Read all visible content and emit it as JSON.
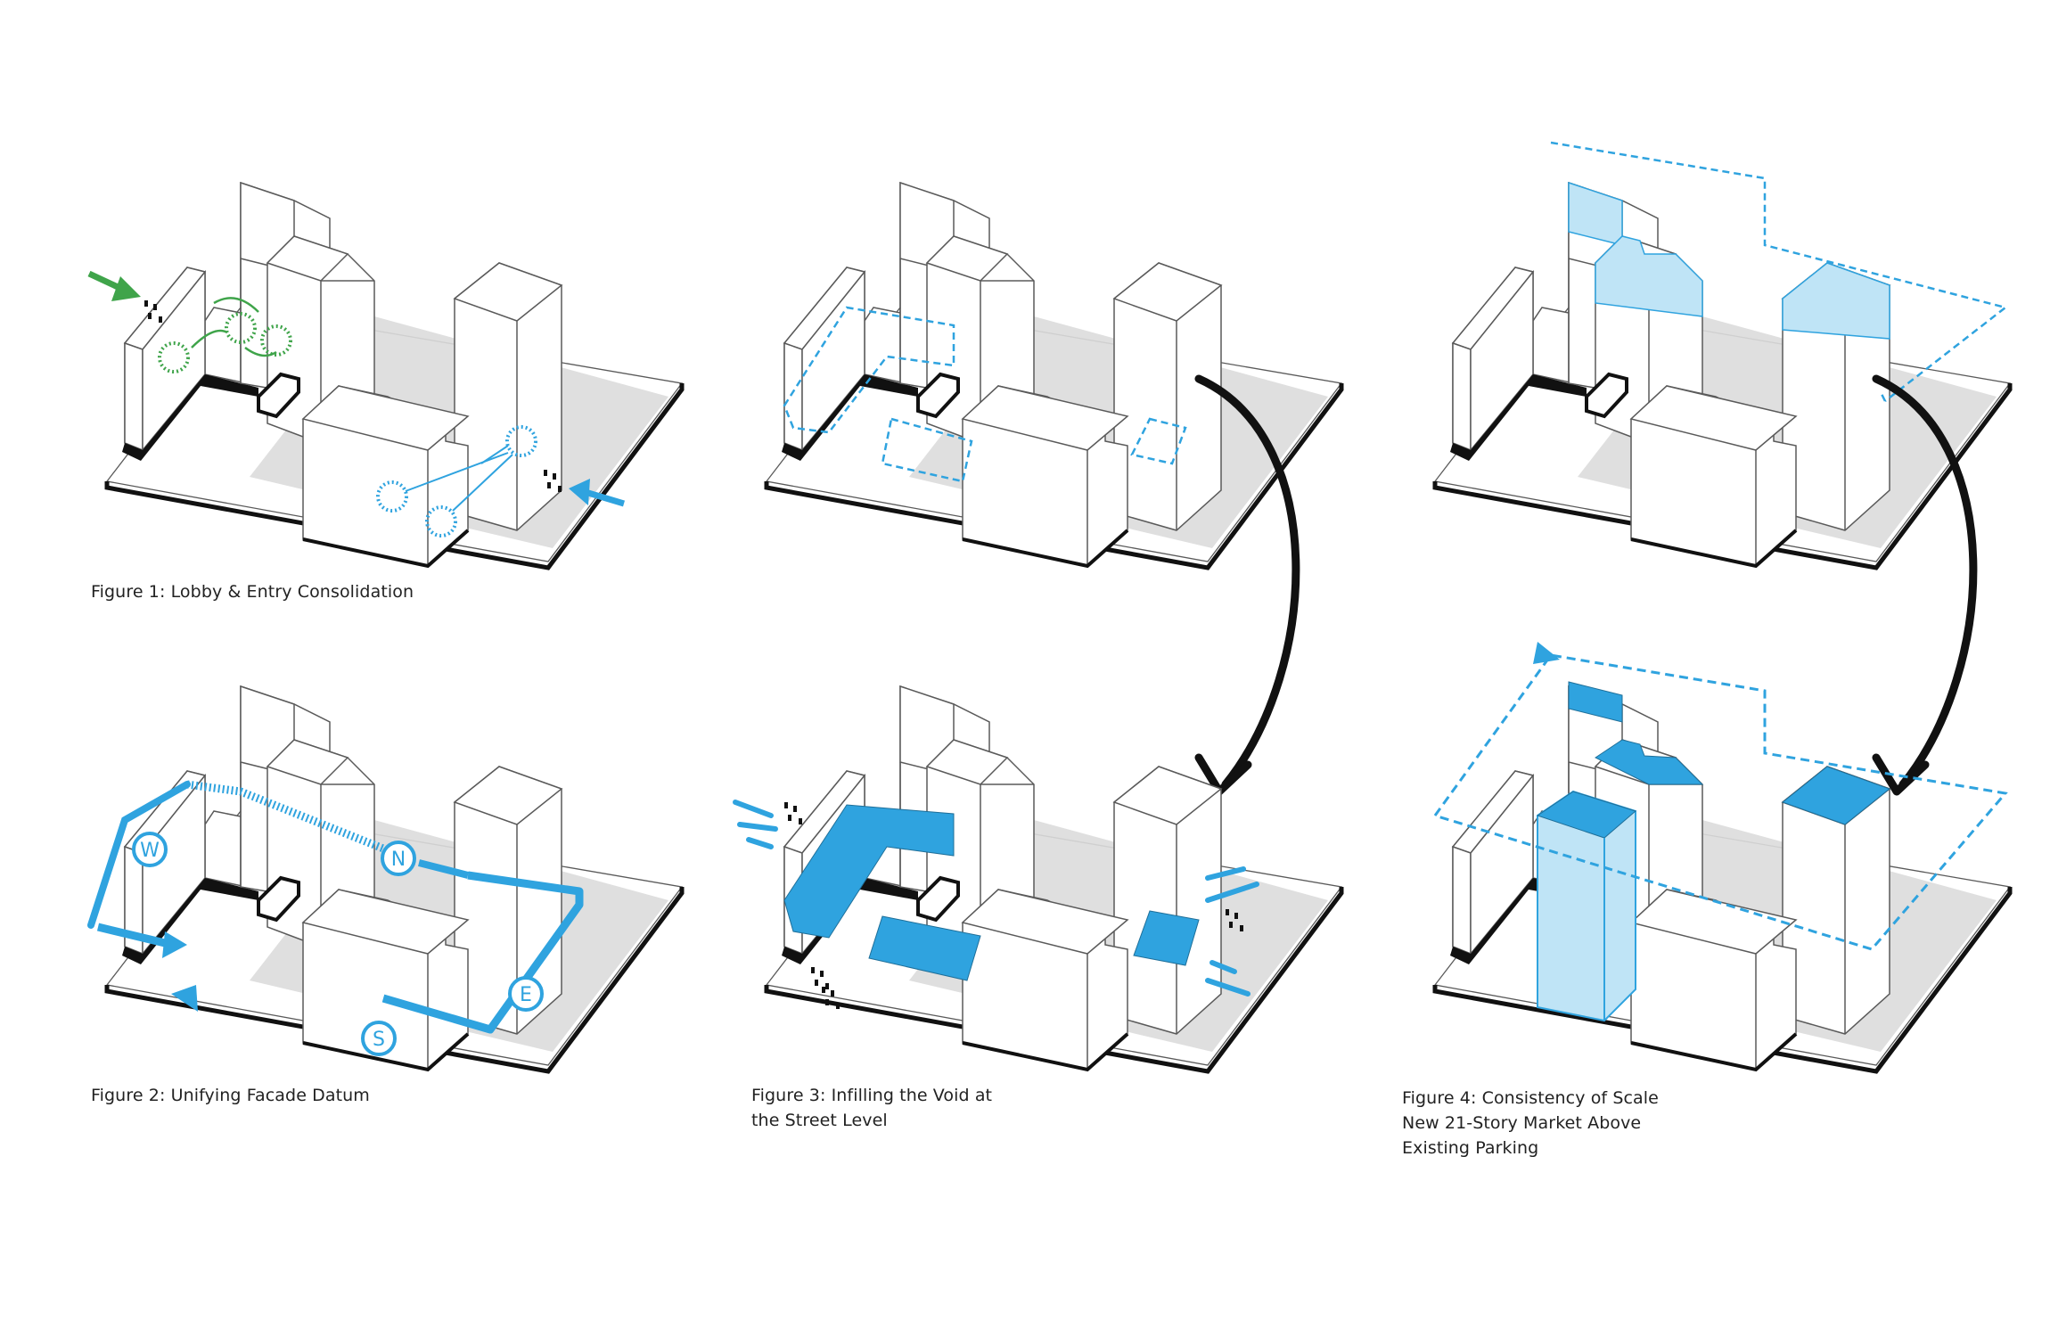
{
  "colors": {
    "blue": "#2fa3df",
    "light_blue": "#bfe4f6",
    "green": "#3fa44a",
    "outline": "#5a5a5a",
    "ground": "#dcdcdc",
    "black": "#111111"
  },
  "figures": [
    {
      "id": "fig1",
      "caption": [
        "Figure 1: Lobby & Entry Consolidation"
      ]
    },
    {
      "id": "fig2",
      "caption": [
        "Figure 2: Unifying Facade Datum"
      ],
      "compass": [
        "W",
        "N",
        "E",
        "S"
      ]
    },
    {
      "id": "fig3a",
      "caption": []
    },
    {
      "id": "fig3",
      "caption": [
        "Figure 3: Infilling the Void at",
        "the Street Level"
      ]
    },
    {
      "id": "fig4a",
      "caption": []
    },
    {
      "id": "fig4",
      "caption": [
        "Figure 4: Consistency of Scale",
        "New 21-Story Market Above",
        "Existing Parking"
      ]
    }
  ],
  "icons": [
    "sequence-arrow-icon",
    "entry-arrow-icon",
    "pedestrian-marks-icon"
  ]
}
